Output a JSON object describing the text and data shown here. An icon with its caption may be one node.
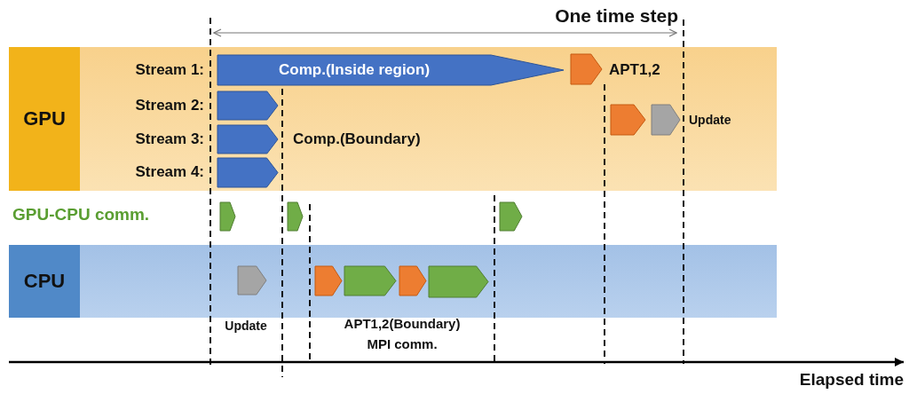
{
  "diagram": {
    "nodes": [
      {
        "text": [],
        "shape": "band"
      },
      {
        "text": [
          "GPU"
        ],
        "in": 0
      },
      {
        "text": [
          "Comp.(Inside region)"
        ],
        "in": 0
      },
      {
        "text": [],
        "shape": "chevron",
        "in": 0
      },
      {
        "text": [],
        "shape": "chevron",
        "in": 0
      },
      {
        "text": [],
        "shape": "chevron",
        "in": 0
      },
      {
        "text": [],
        "shape": "chevron",
        "in": 0
      },
      {
        "text": [],
        "shape": "chevron",
        "in": 0
      },
      {
        "text": [],
        "shape": "chevron",
        "in": 0,
        "beside": [
          "Update"
        ]
      },
      {
        "text": [],
        "shape": "chevron"
      },
      {
        "text": [],
        "shape": "chevron"
      },
      {
        "text": [],
        "shape": "chevron"
      },
      {
        "text": [],
        "shape": "band"
      },
      {
        "text": [
          "CPU"
        ],
        "in": 12
      },
      {
        "text": [],
        "shape": "chevron",
        "in": 12
      },
      {
        "text": [],
        "shape": "chevron",
        "in": 12
      },
      {
        "text": [],
        "shape": "chevron",
        "in": 12
      },
      {
        "text": [],
        "shape": "chevron",
        "in": 12
      },
      {
        "text": [],
        "shape": "chevron",
        "in": 12
      }
    ],
    "labels": [
      "One time step",
      "Stream 1:",
      "APT1,2",
      "Stream 2:",
      "Stream 3:",
      "Comp.(Boundary)",
      "Stream 4:",
      "GPU-CPU comm.",
      "Update",
      "APT1,2(Boundary) MPI comm.",
      "Elapsed time"
    ]
  }
}
